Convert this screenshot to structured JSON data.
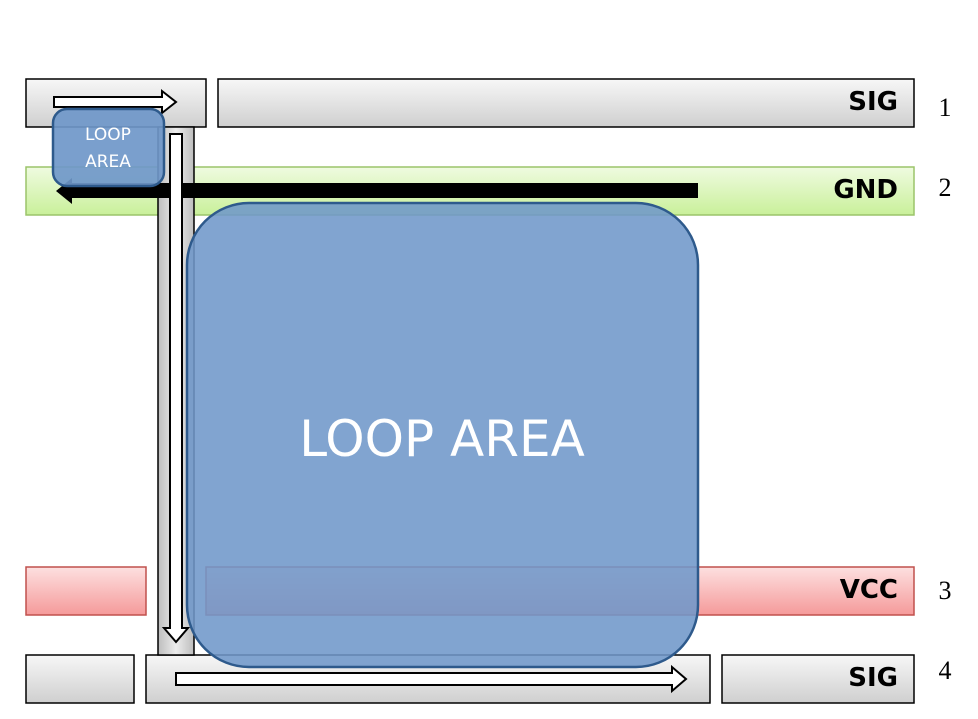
{
  "layers": [
    {
      "id": 1,
      "number": "1",
      "label": "SIG"
    },
    {
      "id": 2,
      "number": "2",
      "label": "GND"
    },
    {
      "id": 3,
      "number": "3",
      "label": "VCC"
    },
    {
      "id": 4,
      "number": "4",
      "label": "SIG"
    }
  ],
  "loop_areas": {
    "small_line1": "LOOP",
    "small_line2": "AREA",
    "large": "LOOP AREA"
  },
  "colors": {
    "signal_fill": "#d9d9d9",
    "ground_fill": "#d6f5b0",
    "power_fill": "#f7a8a8",
    "loop_fill": "#6f97c9",
    "loop_stroke": "#2e5a8c"
  }
}
